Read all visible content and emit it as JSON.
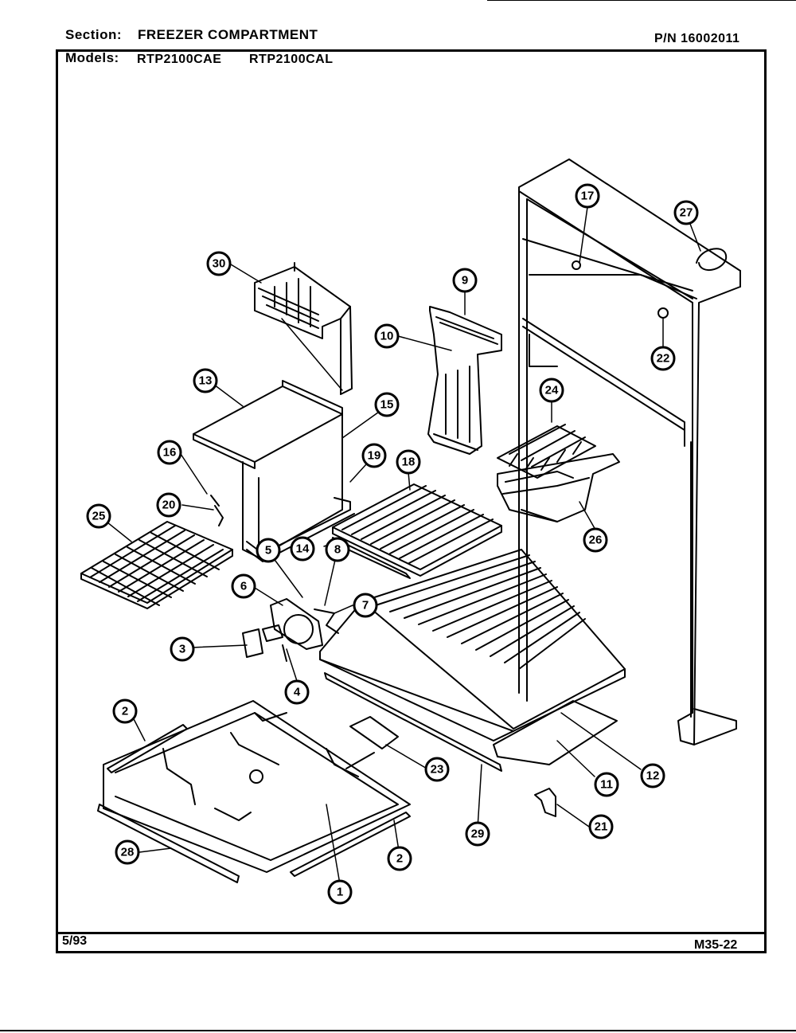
{
  "header": {
    "section_label": "Section:",
    "section_value": "FREEZER COMPARTMENT",
    "pn": "P/N 16002011",
    "models_label": "Models:",
    "model_1": "RTP2100CAE",
    "model_2": "RTP2100CAL"
  },
  "footer": {
    "date": "5/93",
    "page_code": "M35-22"
  },
  "callouts": [
    "1",
    "2",
    "2",
    "3",
    "4",
    "5",
    "6",
    "7",
    "8",
    "9",
    "10",
    "11",
    "12",
    "13",
    "14",
    "15",
    "16",
    "17",
    "18",
    "19",
    "20",
    "21",
    "22",
    "23",
    "24",
    "25",
    "26",
    "27",
    "28",
    "29",
    "30"
  ]
}
